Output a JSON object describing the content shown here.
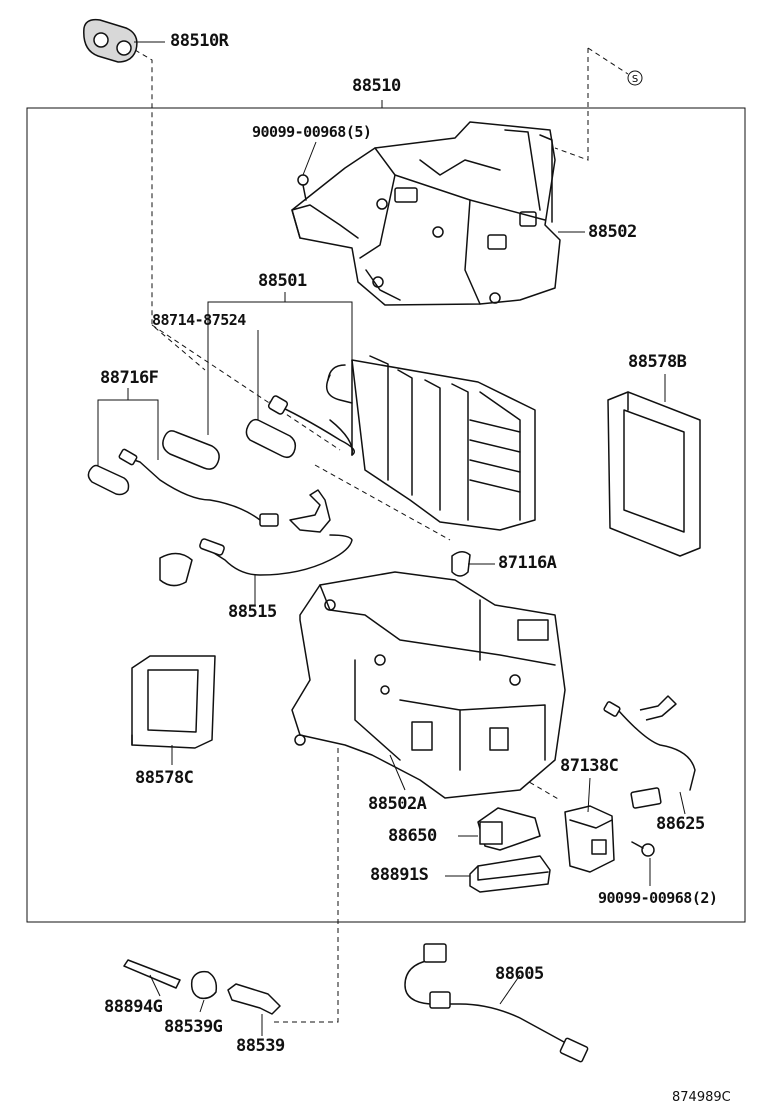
{
  "labels": {
    "p88510R": "88510R",
    "p88510": "88510",
    "p90099_5": "90099-00968(5)",
    "p88502": "88502",
    "p88501": "88501",
    "p88714": "88714-87524",
    "p88716F": "88716F",
    "p88578B": "88578B",
    "p87116A": "87116A",
    "p88515": "88515",
    "p88578C": "88578C",
    "p87138C": "87138C",
    "p88502A": "88502A",
    "p88625": "88625",
    "p88650": "88650",
    "p88891S": "88891S",
    "p90099_2": "90099-00968(2)",
    "p88605": "88605",
    "p88894G": "88894G",
    "p88539G": "88539G",
    "p88539": "88539",
    "s_mark": "S"
  },
  "figure_code": "874989C"
}
